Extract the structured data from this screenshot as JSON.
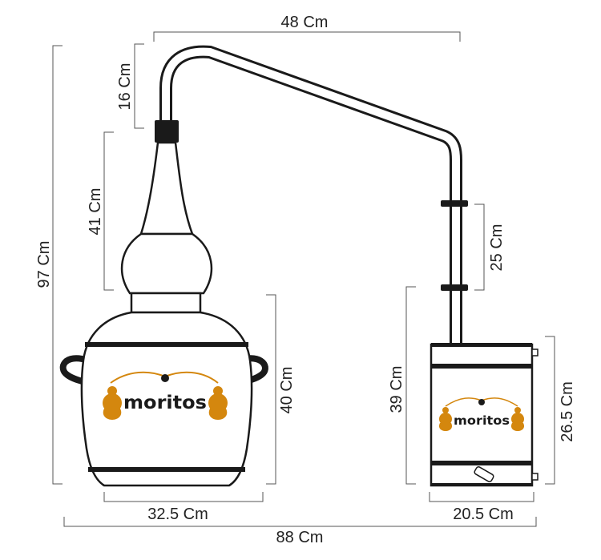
{
  "dimensions": {
    "top_width": "48 Cm",
    "swan_neck_height": "16 Cm",
    "column_height": "41 Cm",
    "total_height": "97 Cm",
    "pot_height": "40 Cm",
    "pot_width": "32.5 Cm",
    "pipe_vertical": "25 Cm",
    "condenser_total_height": "39 Cm",
    "condenser_height": "26.5 Cm",
    "condenser_width": "20.5 Cm",
    "overall_width": "88 Cm"
  },
  "logo": {
    "brand": "moritos"
  },
  "colors": {
    "outline": "#1a1a1a",
    "brand_orange": "#d4870e",
    "dimension_line": "#555555"
  }
}
